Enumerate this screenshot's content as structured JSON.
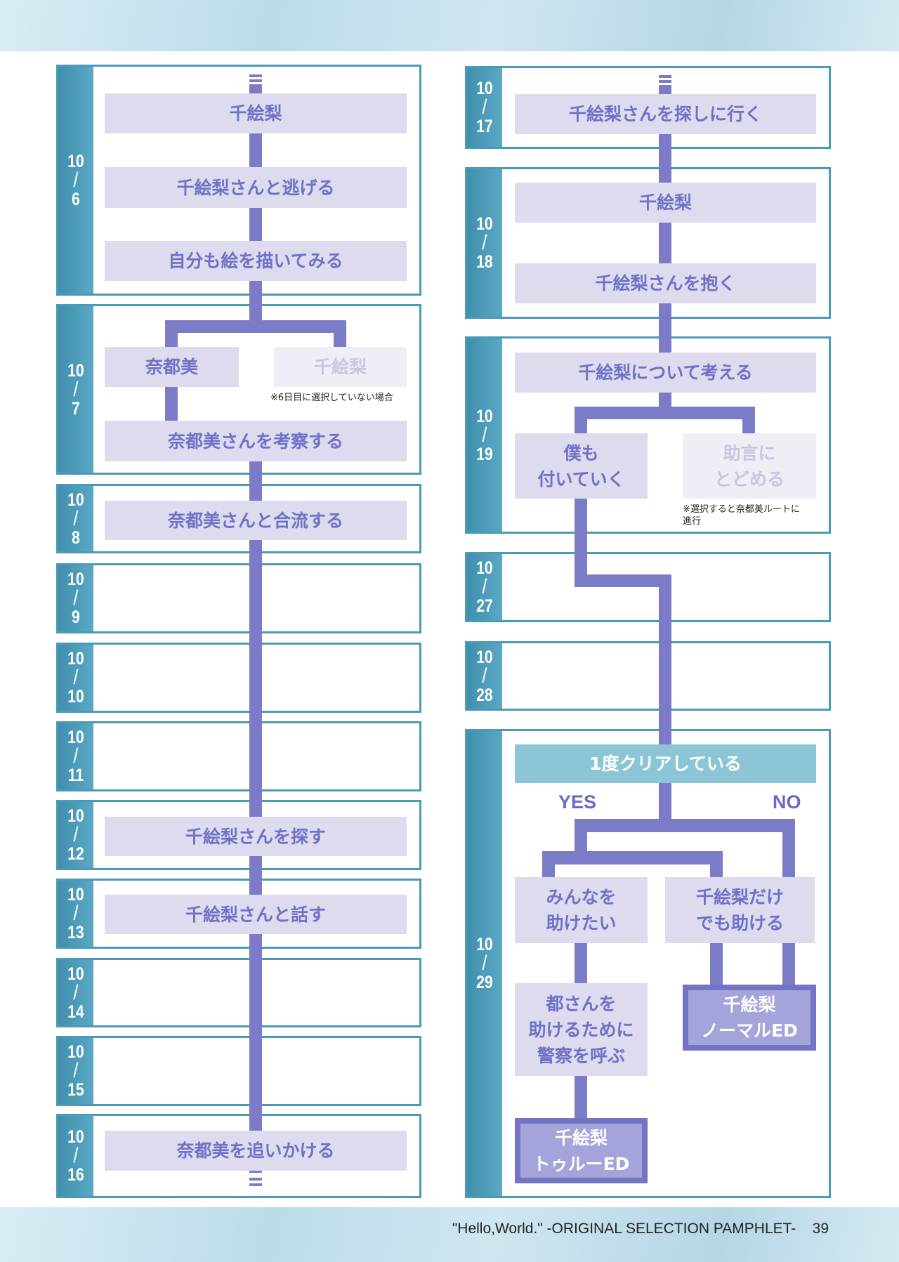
{
  "left_dates": [
    {
      "m": "10",
      "d": "6"
    },
    {
      "m": "10",
      "d": "7"
    },
    {
      "m": "10",
      "d": "8"
    },
    {
      "m": "10",
      "d": "9"
    },
    {
      "m": "10",
      "d": "10"
    },
    {
      "m": "10",
      "d": "11"
    },
    {
      "m": "10",
      "d": "12"
    },
    {
      "m": "10",
      "d": "13"
    },
    {
      "m": "10",
      "d": "14"
    },
    {
      "m": "10",
      "d": "15"
    },
    {
      "m": "10",
      "d": "16"
    }
  ],
  "right_dates": [
    {
      "m": "10",
      "d": "17"
    },
    {
      "m": "10",
      "d": "18"
    },
    {
      "m": "10",
      "d": "19"
    },
    {
      "m": "10",
      "d": "27"
    },
    {
      "m": "10",
      "d": "28"
    },
    {
      "m": "10",
      "d": "29"
    }
  ],
  "slash": "/",
  "left_nodes": {
    "n1": "千絵梨",
    "n2": "千絵梨さんと逃げる",
    "n3": "自分も絵を描いてみる",
    "n4": "奈都美",
    "n5": "千絵梨",
    "n6": "奈都美さんを考察する",
    "n7": "奈都美さんと合流する",
    "n8": "千絵梨さんを探す",
    "n9": "千絵梨さんと話す",
    "n10": "奈都美を追いかける"
  },
  "left_note": "※6日目に選択していない場合",
  "right_nodes": {
    "n1": "千絵梨さんを探しに行く",
    "n2": "千絵梨",
    "n3": "千絵梨さんを抱く",
    "n4": "千絵梨について考える",
    "n5": "僕も\n付いていく",
    "n6": "助言に\nとどめる",
    "cond": "1度クリアしている",
    "n7": "みんなを\n助けたい",
    "n8": "千絵梨だけ\nでも助ける",
    "n9": "都さんを\n助けるために\n警察を呼ぶ",
    "end_true": "千絵梨\nトゥルーED",
    "end_normal": "千絵梨\nノーマルED"
  },
  "right_note": "※選択すると奈都美ルートに\n進行",
  "yes_label": "YES",
  "no_label": "NO",
  "footer": {
    "title": "\"Hello,World.\"  -ORIGINAL SELECTION PAMPHLET-",
    "page": "39"
  }
}
